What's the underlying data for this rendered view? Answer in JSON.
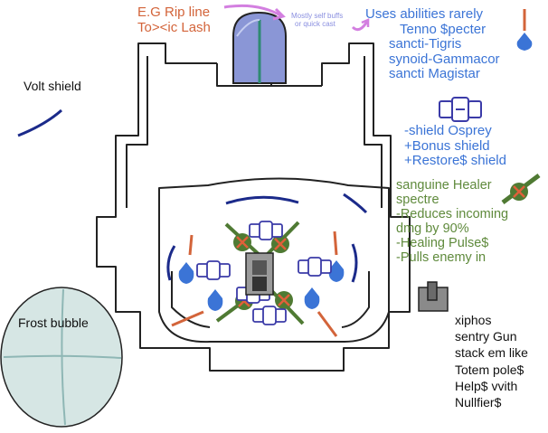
{
  "labels": {
    "rip_line": [
      "E.G Rip line",
      "To><ic Lash"
    ],
    "self_buffs": [
      "Mostly self buffs",
      "or quick cast"
    ],
    "abilities": [
      "Uses abilities rarely",
      "Tenno $pecter",
      "sancti-Tigris",
      "synoid-Gammacor",
      "sancti Magistar"
    ],
    "volt_shield": "Volt shield",
    "osprey": [
      "-shield Osprey",
      "+Bonus shield",
      "+Restore$ shield"
    ],
    "healer": [
      "sanguine Healer",
      "spectre",
      "-Reduces incoming",
      "dmg by 90%",
      "-Healing Pulse$",
      "-Pulls enemy in"
    ],
    "frost_bubble": "Frost bubble",
    "xiphos": [
      "xiphos",
      "sentry Gun",
      "stack em like",
      "Totem pole$",
      "Help$ vvith",
      "Nullfier$"
    ]
  },
  "colors": {
    "outline": "#222222",
    "orange": "#d3643a",
    "blue": "#3b74d6",
    "light_blue": "#8a8fe0",
    "green": "#5f8a3c",
    "shield_arc": "#1b2a8a",
    "healer_green": "#4f7a33",
    "healer_x": "#e0603a",
    "frost_fill": "#d6e6e4",
    "frost_line": "#8fb7b5",
    "turret_gray": "#8a8a8a",
    "door_fill": "#8a96d6"
  },
  "icons": [
    "pink-arrow-icon",
    "blue-spectre-icon",
    "osprey-drone-icon",
    "healer-spectre-icon",
    "xiphos-turret-icon",
    "volt-shield-arc-icon"
  ]
}
